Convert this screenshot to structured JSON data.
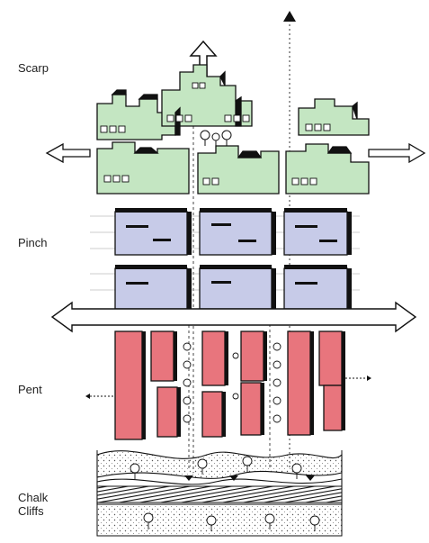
{
  "labels": {
    "scarp": "Scarp",
    "pinch": "Pinch",
    "pent": "Pent",
    "chalk_cliffs": "Chalk\nCliffs"
  },
  "colors": {
    "scarp_fill": "#c4e6c2",
    "pinch_fill": "#c7cbe8",
    "pent_fill": "#e8757d",
    "ink": "#111111",
    "background": "#ffffff"
  },
  "icons": {
    "arrow_up": "arrow-up-icon",
    "arrow_double": "double-arrow-icon",
    "tree": "tree-icon"
  }
}
